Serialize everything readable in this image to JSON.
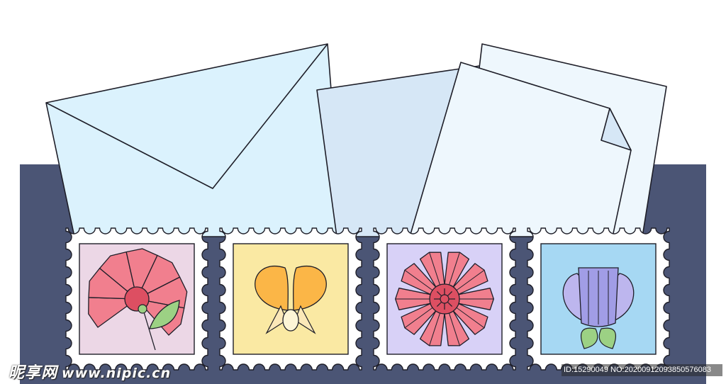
{
  "colors": {
    "background": "#ffffff",
    "panel": "#4b5575",
    "envelope": "#dbf2fd",
    "paper_back": "#d6e7f6",
    "paper_front": "#eef7fd",
    "stamp_bg_1": "#ecd7e6",
    "stamp_bg_2": "#fae9a3",
    "stamp_bg_3": "#d8d1f7",
    "stamp_bg_4": "#a6d8f3",
    "petal_red": "#f17f8e",
    "center_red": "#dd4f62",
    "petal_orange": "#fbb647",
    "petal_purple": "#a19de6",
    "leaf_green": "#9cd184"
  },
  "stamps": [
    {
      "illustration": "carnation-icon"
    },
    {
      "illustration": "orchid-icon"
    },
    {
      "illustration": "red-flower-icon"
    },
    {
      "illustration": "purple-tulip-icon"
    }
  ],
  "watermark": {
    "site_name": "昵享网",
    "site_url": "www.nipic.cn",
    "id_text": "ID:15290049 NO:20200912093850576083"
  }
}
